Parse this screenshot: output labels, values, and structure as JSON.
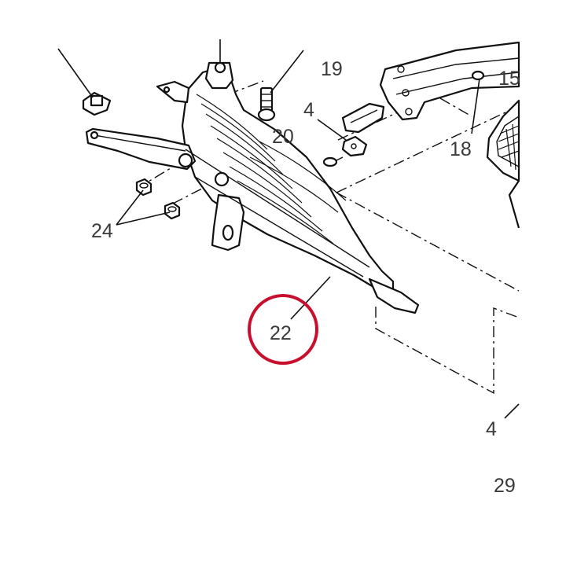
{
  "callouts": {
    "c19": "19",
    "c15": "15",
    "c4_upper": "4",
    "c20": "20",
    "c18": "18",
    "c24": "24",
    "c22": "22",
    "c4_lower": "4",
    "c29": "29"
  },
  "highlight": {
    "circle_color": "#c8102e",
    "target": "22"
  }
}
